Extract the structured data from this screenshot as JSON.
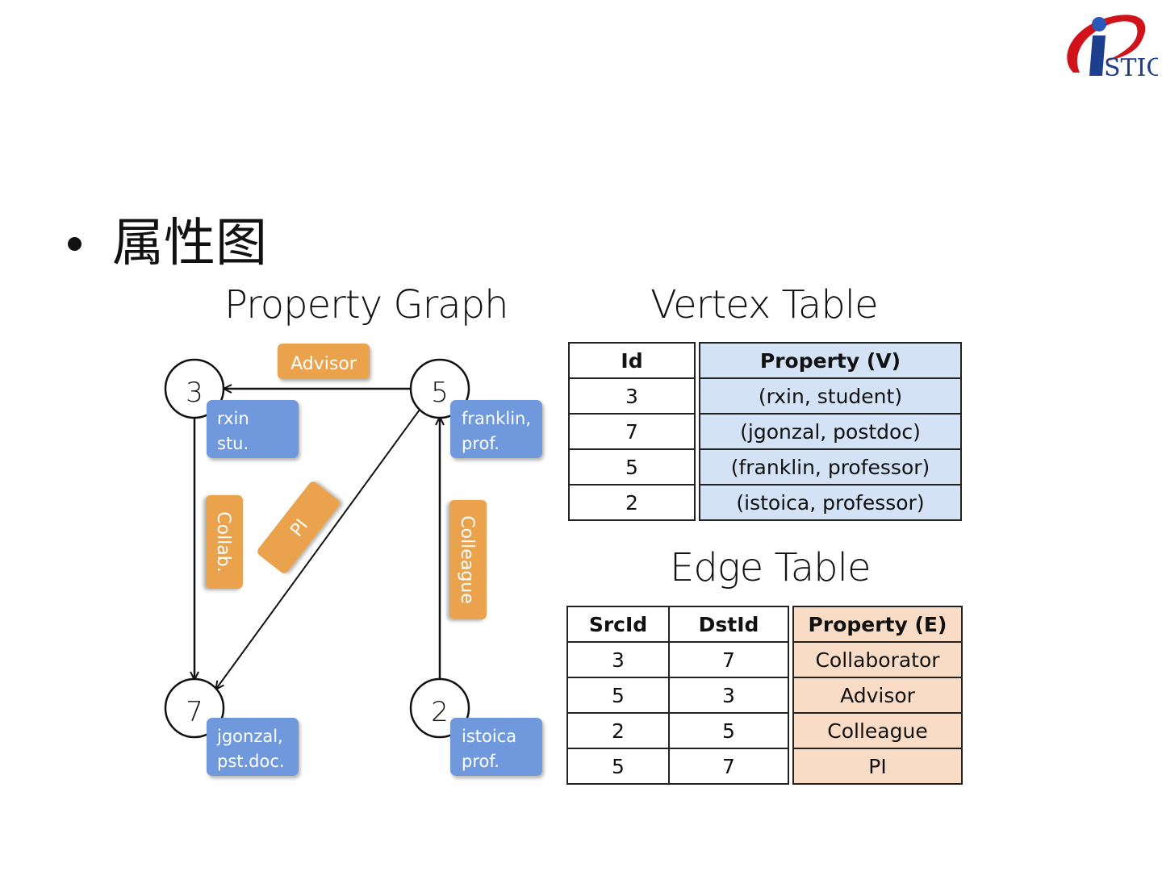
{
  "slide": {
    "bullet_text": "属性图",
    "logo_text": "STIC"
  },
  "graph": {
    "title": "Property Graph",
    "vertices": [
      {
        "id": "3",
        "label_line1": "rxin",
        "label_line2": "stu."
      },
      {
        "id": "5",
        "label_line1": "franklin,",
        "label_line2": "prof."
      },
      {
        "id": "7",
        "label_line1": "jgonzal,",
        "label_line2": "pst.doc."
      },
      {
        "id": "2",
        "label_line1": "istoica",
        "label_line2": "prof."
      }
    ],
    "edges": [
      {
        "src": "5",
        "dst": "3",
        "label": "Advisor"
      },
      {
        "src": "3",
        "dst": "7",
        "label": "Collab."
      },
      {
        "src": "5",
        "dst": "7",
        "label": "PI"
      },
      {
        "src": "2",
        "dst": "5",
        "label": "Colleague"
      }
    ]
  },
  "vertex_table": {
    "title": "Vertex Table",
    "headers": [
      "Id",
      "Property (V)"
    ],
    "rows": [
      [
        "3",
        "(rxin, student)"
      ],
      [
        "7",
        "(jgonzal, postdoc)"
      ],
      [
        "5",
        "(franklin, professor)"
      ],
      [
        "2",
        "(istoica, professor)"
      ]
    ]
  },
  "edge_table": {
    "title": "Edge Table",
    "headers": [
      "SrcId",
      "DstId",
      "Property (E)"
    ],
    "rows": [
      [
        "3",
        "7",
        "Collaborator"
      ],
      [
        "5",
        "3",
        "Advisor"
      ],
      [
        "2",
        "5",
        "Colleague"
      ],
      [
        "5",
        "7",
        "PI"
      ]
    ]
  },
  "colors": {
    "vertex_label_fill": "#6f99dd",
    "edge_label_fill": "#eba24e",
    "vertex_table_fill": "#d4e2f6",
    "edge_table_fill": "#f8dcc6",
    "logo_red": "#d0121b",
    "logo_blue": "#1d3f8e"
  }
}
